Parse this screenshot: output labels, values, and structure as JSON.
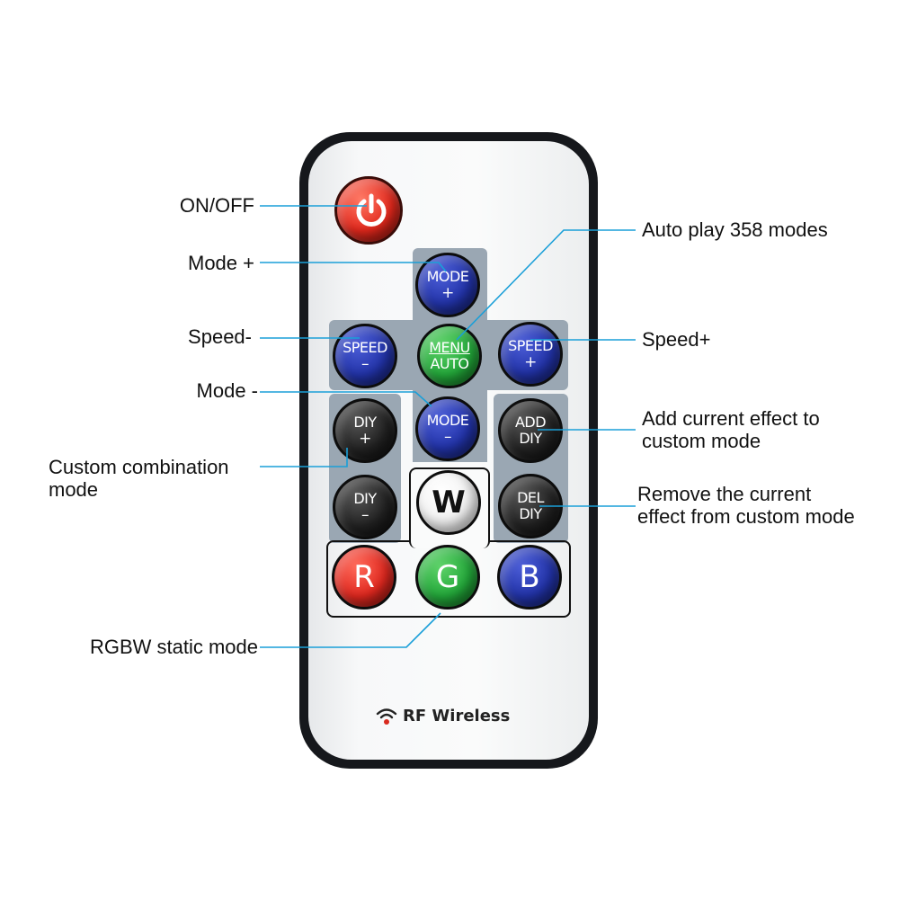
{
  "remote": {
    "buttons": {
      "power": {
        "icon": "power-icon",
        "color": "#e2281c"
      },
      "mode_plus": {
        "line1": "MODE",
        "line2": "+"
      },
      "speed_minus": {
        "line1": "SPEED",
        "line2": "–"
      },
      "menu_auto": {
        "line1": "MENU",
        "line2": "AUTO"
      },
      "speed_plus": {
        "line1": "SPEED",
        "line2": "+"
      },
      "diy_plus": {
        "line1": "DIY",
        "line2": "+"
      },
      "mode_minus": {
        "line1": "MODE",
        "line2": "–"
      },
      "add_diy": {
        "line1": "ADD",
        "line2": "DIY"
      },
      "diy_minus": {
        "line1": "DIY",
        "line2": "–"
      },
      "w": {
        "label": "W"
      },
      "del_diy": {
        "line1": "DEL",
        "line2": "DIY"
      },
      "r": {
        "label": "R"
      },
      "g": {
        "label": "G"
      },
      "b": {
        "label": "B"
      }
    },
    "footer": {
      "icon": "wifi-signal-icon",
      "text": "RF Wireless"
    }
  },
  "labels": {
    "on_off": "ON/OFF",
    "mode_plus": "Mode +",
    "speed_minus": "Speed-",
    "mode_minus": "Mode -",
    "custom_combination": [
      "Custom combination",
      "mode"
    ],
    "rgbw_static": "RGBW static mode",
    "auto_play": "Auto play 358 modes",
    "speed_plus": "Speed+",
    "add_current": [
      "Add current effect to",
      "custom mode"
    ],
    "remove_current": [
      "Remove the current",
      "effect from custom mode"
    ]
  },
  "colors": {
    "leader_line": "#1a9fd8",
    "panel": "#9aa7b3",
    "remote_body": "#16181c"
  }
}
